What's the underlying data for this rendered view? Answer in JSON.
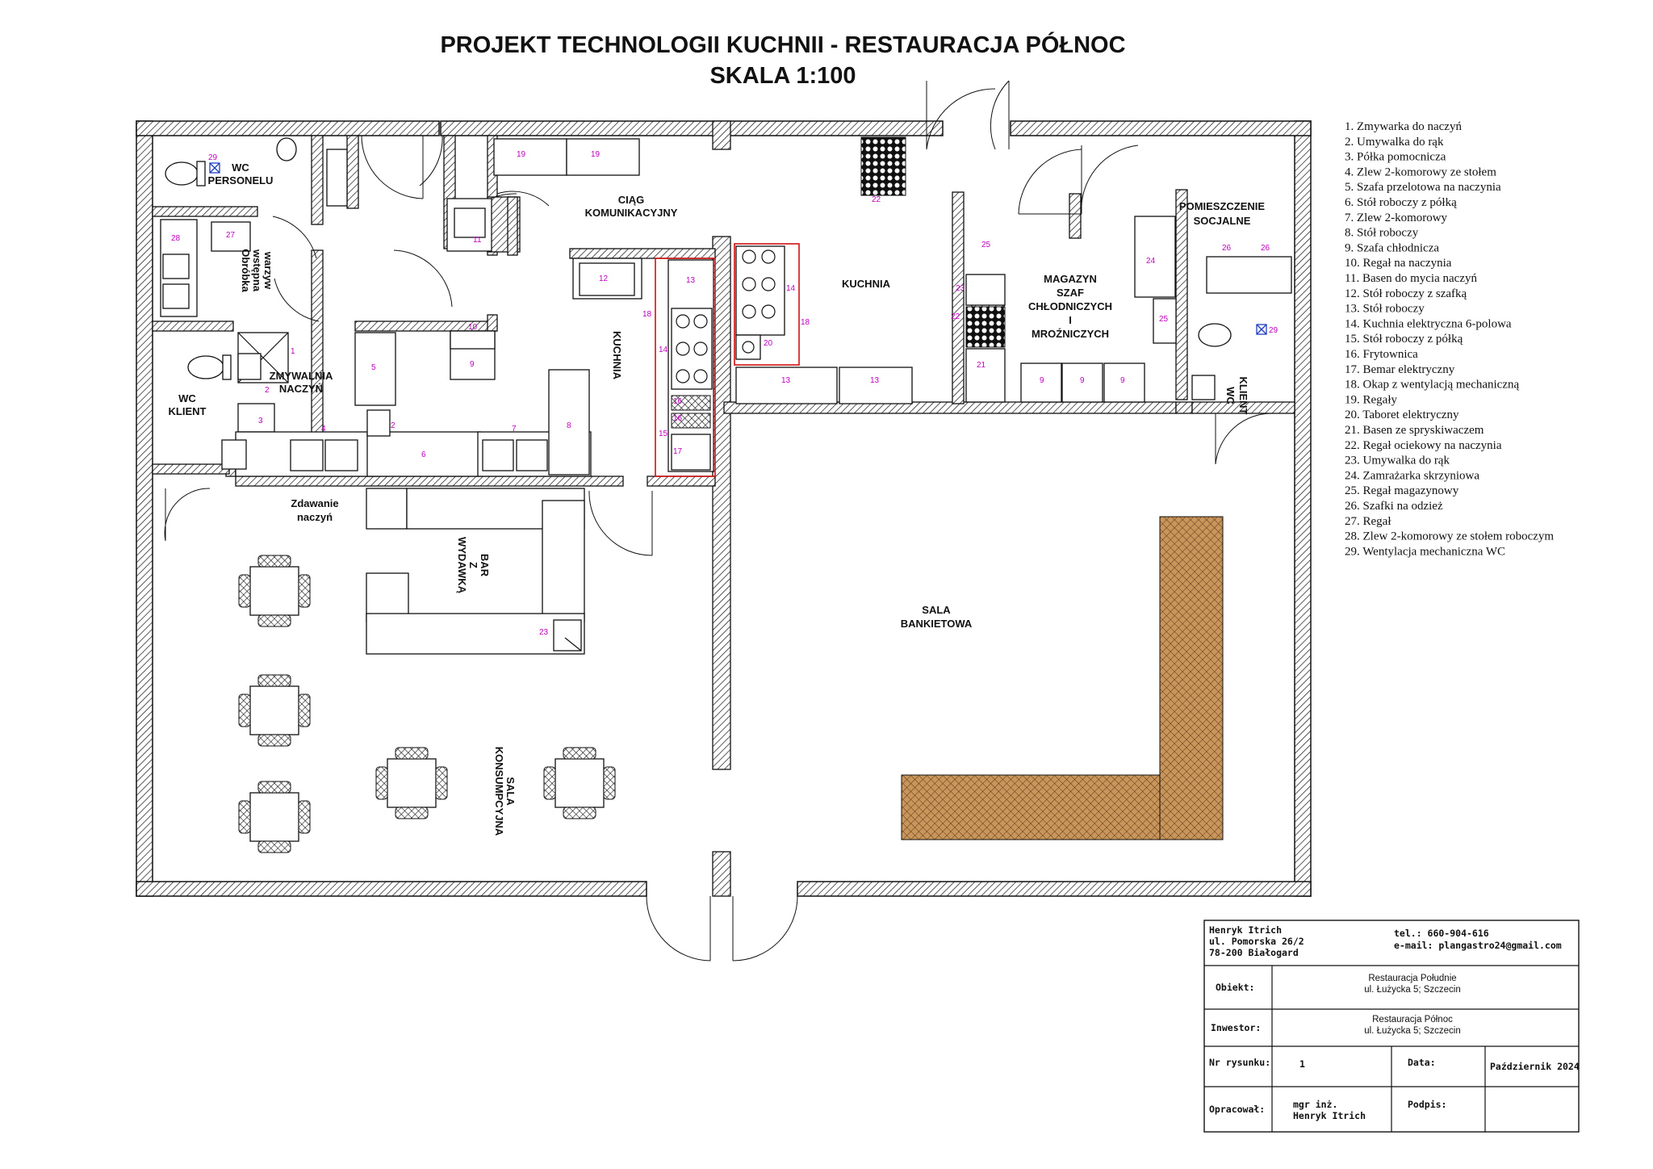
{
  "title": {
    "line1": "PROJEKT TECHNOLOGII  KUCHNII - RESTAURACJA  PÓŁNOC",
    "line2": "SKALA 1:100"
  },
  "rooms": {
    "wc_personelu": [
      "WC",
      "PERSONELU"
    ],
    "obrobka": [
      "Obróbka",
      "wstępna",
      "warzyw"
    ],
    "zmywalnia": [
      "ZMYWALNIA",
      "NACZYŃ"
    ],
    "wc_klient_left": [
      "WC",
      "KLIENT"
    ],
    "ciag": [
      "CIĄG",
      "KOMUNIKACYJNY"
    ],
    "kuchnia_vertical": "KUCHNIA",
    "kuchnia": "KUCHNIA",
    "magazyn": [
      "MAGAZYN",
      "SZAF",
      "CHŁODNICZYCH",
      "I",
      "MROŹNICZYCH"
    ],
    "socjalne": [
      "POMIESZCZENIE",
      "SOCJALNE"
    ],
    "wc_klient_right": [
      "WC",
      "KLIENT"
    ],
    "zdawanie": [
      "Zdawanie",
      "naczyń"
    ],
    "bar": [
      "BAR",
      "Z",
      "WYDAWKĄ"
    ],
    "sala_bankietowa": [
      "SALA",
      "BANKIETOWA"
    ],
    "sala_konsumpcyjna": [
      "SALA",
      "KONSUMPCYJNA"
    ]
  },
  "legend": [
    "1. Zmywarka do naczyń",
    "2. Umywalka do rąk",
    "3. Półka pomocnicza",
    "4. Zlew 2-komorowy ze stołem",
    "5. Szafa przelotowa na naczynia",
    "6. Stół roboczy z półką",
    "7. Zlew 2-komorowy",
    "8. Stół roboczy",
    "9. Szafa chłodnicza",
    "10. Regał na naczynia",
    "11. Basen do mycia naczyń",
    "12. Stół roboczy z szafką",
    "13. Stół roboczy",
    "14. Kuchnia elektryczna 6-polowa",
    "15. Stół roboczy z półką",
    "16. Frytownica",
    "17. Bemar elektryczny",
    "18. Okap z wentylacją mechaniczną",
    "19. Regały",
    "20. Taboret elektryczny",
    "21. Basen ze spryskiwaczem",
    "22. Regał ociekowy na naczynia",
    "23. Umywalka do rąk",
    "24. Zamrażarka skrzyniowa",
    "25. Regał magazynowy",
    "26. Szafki na odzież",
    "27. Regał",
    "28. Zlew 2-komorowy ze stołem roboczym",
    "29. Wentylacja mechaniczna WC"
  ],
  "titleblock": {
    "author": [
      "Henryk Itrich",
      "ul. Pomorska 26/2",
      "78-200 Białogard"
    ],
    "tel": "tel.: 660-904-616",
    "email": "e-mail: plangastro24@gmail.com",
    "obiekt_label": "Obiekt:",
    "obiekt": [
      "Restauracja Południe",
      "ul. Łużycka 5; Szczecin"
    ],
    "inwestor_label": "Inwestor:",
    "inwestor": [
      "Restauracja Północ",
      "ul. Łużycka 5; Szczecin"
    ],
    "nr_label": "Nr rysunku:",
    "nr": "1",
    "data_label": "Data:",
    "data": "Październik 2024",
    "opracowal_label": "Opracował:",
    "opracowal": [
      "mgr inż.",
      "Henryk Itrich"
    ],
    "podpis_label": "Podpis:"
  },
  "numbers": [
    "1",
    "2",
    "3",
    "4",
    "5",
    "6",
    "7",
    "8",
    "9",
    "10",
    "11",
    "12",
    "13",
    "14",
    "15",
    "16",
    "17",
    "18",
    "19",
    "20",
    "21",
    "22",
    "23",
    "24",
    "25",
    "26",
    "27",
    "28",
    "29"
  ],
  "colors": {
    "wall": "#111111",
    "number_label": "#c000c0",
    "hood_outline": "#d01010",
    "bar_counter": "#c9955a"
  }
}
